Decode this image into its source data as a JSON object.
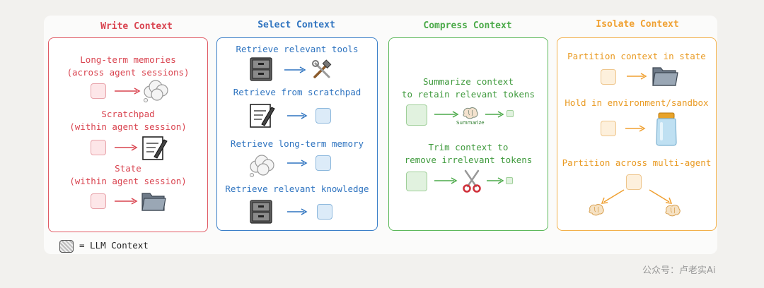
{
  "colors": {
    "write": "#d9434f",
    "select": "#2f74c0",
    "compress": "#4caa4a",
    "isolate": "#f0a030"
  },
  "write": {
    "title": "Write Context",
    "items": [
      "Long-term memories",
      "(across agent sessions)",
      "Scratchpad",
      "(within agent session)",
      "State",
      "(within agent session)"
    ],
    "icons": [
      "cloud-icon",
      "notepad-icon",
      "folder-icon"
    ]
  },
  "select": {
    "title": "Select Context",
    "items": [
      "Retrieve relevant tools",
      "Retrieve from scratchpad",
      "Retrieve long-term memory",
      "Retrieve relevant knowledge"
    ],
    "icons": [
      "cabinet-icon",
      "tools-icon",
      "notepad-icon",
      "cloud-icon",
      "cabinet-icon"
    ]
  },
  "compress": {
    "title": "Compress Context",
    "items": [
      "Summarize context",
      "to retain relevant tokens",
      "Trim context to",
      "remove irrelevant tokens"
    ],
    "summarize_label": "Summarize",
    "icons": [
      "brain-icon",
      "scissors-icon"
    ]
  },
  "isolate": {
    "title": "Isolate Context",
    "items": [
      "Partition context in state",
      "Hold in environment/sandbox",
      "Partition across multi-agent"
    ],
    "icons": [
      "folder-icon",
      "jar-icon",
      "brain-icon",
      "brain-icon"
    ]
  },
  "legend": {
    "label": "= LLM Context"
  },
  "watermark": "公众号：卢老实Ai"
}
